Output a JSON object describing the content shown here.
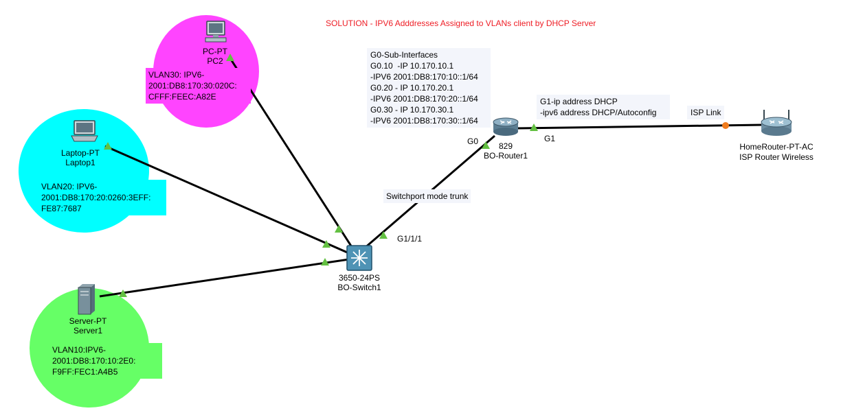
{
  "title": "SOLUTION - IPV6 Adddresses Assigned to VLANs client by DHCP Server",
  "colors": {
    "vlan30_area": "#ff44ff",
    "vlan20_area": "#00ffff",
    "vlan10_area": "#66ff66",
    "link": "#000000",
    "port_up": "#63c042",
    "port_isp": "#f07c1e",
    "title_text": "#ee1c24"
  },
  "devices": {
    "pc2": {
      "type": "PC-PT",
      "name": "PC2",
      "icon": "pc-icon"
    },
    "laptop1": {
      "type": "Laptop-PT",
      "name": "Laptop1",
      "icon": "laptop-icon"
    },
    "server1": {
      "type": "Server-PT",
      "name": "Server1",
      "icon": "server-icon"
    },
    "switch1": {
      "type": "3650-24PS",
      "name": "BO-Switch1",
      "icon": "multilayer-switch-icon"
    },
    "router1": {
      "type": "829",
      "name": "BO-Router1",
      "icon": "router-icon"
    },
    "isp_router": {
      "type": "HomeRouter-PT-AC",
      "name": "ISP Router Wireless",
      "icon": "wireless-router-icon"
    }
  },
  "vlan_notes": {
    "vlan30": [
      "VLAN30: IPV6-",
      "2001:DB8:170:30:020C:",
      "CFFF:FEEC:A82E"
    ],
    "vlan20": [
      "VLAN20: IPV6-",
      "2001:DB8:170:20:0260:3EFF:",
      "FE87:7687"
    ],
    "vlan10": [
      "VLAN10:IPV6-",
      "2001:DB8:170:10:2E0:",
      "F9FF:FEC1:A4B5"
    ]
  },
  "router_note": [
    "G0-Sub-Interfaces",
    "G0.10  -IP 10.170.10.1",
    "-IPV6 2001:DB8:170:10::1/64",
    "G0.20 - IP 10.170.20.1",
    "-IPV6 2001:DB8:170:20::1/64",
    "G0.30 - IP 10.170.30.1",
    "-IPV6 2001:DB8:170:30::1/64"
  ],
  "g1_note": [
    "G1-ip address DHCP",
    "-ipv6 address DHCP/Autoconfig"
  ],
  "labels": {
    "trunk": "Switchport mode trunk",
    "isp_link": "ISP Link",
    "g0": "G0",
    "g1": "G1",
    "g111": "G1/1/1"
  }
}
